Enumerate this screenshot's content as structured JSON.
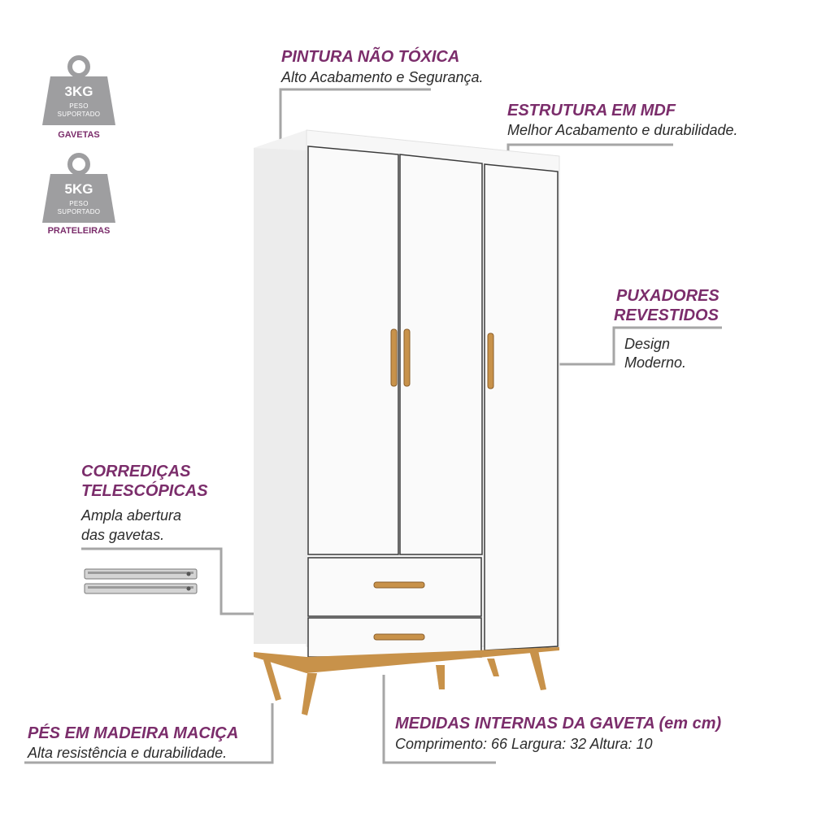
{
  "badges": [
    {
      "weight": "3KG",
      "line1": "PESO",
      "line2": "SUPORTADO",
      "caption": "GAVETAS"
    },
    {
      "weight": "5KG",
      "line1": "PESO",
      "line2": "SUPORTADO",
      "caption": "PRATELEIRAS"
    }
  ],
  "features": {
    "paint": {
      "title": "PINTURA NÃO TÓXICA",
      "sub": "Alto Acabamento e Segurança."
    },
    "structure": {
      "title": "ESTRUTURA EM MDF",
      "sub": "Melhor Acabamento e durabilidade."
    },
    "handles": {
      "title1": "PUXADORES",
      "title2": "REVESTIDOS",
      "sub1": "Design",
      "sub2": "Moderno."
    },
    "slides": {
      "title1": "CORREDIÇAS",
      "title2": "TELESCÓPICAS",
      "sub1": "Ampla abertura",
      "sub2": "das gavetas."
    },
    "feet": {
      "title": "PÉS EM MADEIRA MACIÇA",
      "sub": "Alta resistência e durabilidade."
    },
    "drawer": {
      "title": "MEDIDAS INTERNAS DA GAVETA (em cm)",
      "sub": "Comprimento: 66 Largura: 32 Altura: 10"
    }
  },
  "colors": {
    "accent": "#7b2d6b",
    "line": "#a6a6a6",
    "wood": "#c8924a",
    "cabinet": "#f7f7f7"
  }
}
